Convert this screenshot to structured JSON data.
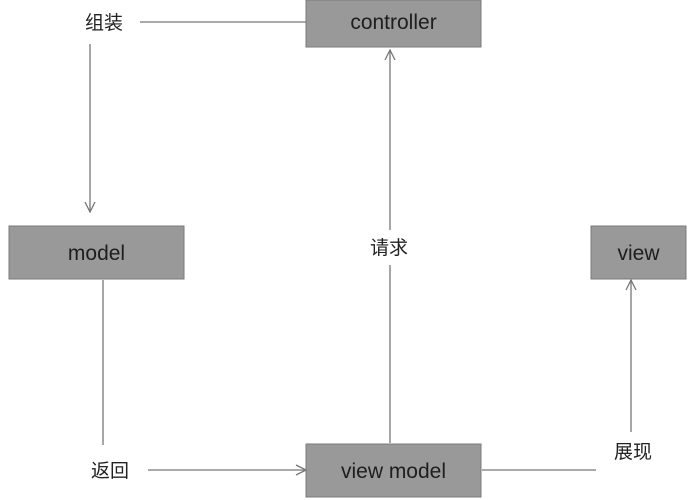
{
  "colors": {
    "node_fill": "#999999",
    "node_border": "#7a7a7a",
    "edge": "#777777",
    "text": "#1e1e1e"
  },
  "nodes": {
    "controller": "controller",
    "model": "model",
    "view": "view",
    "view_model": "view model"
  },
  "edges": {
    "assemble": "组装",
    "request": "请求",
    "return": "返回",
    "display": "展现"
  }
}
